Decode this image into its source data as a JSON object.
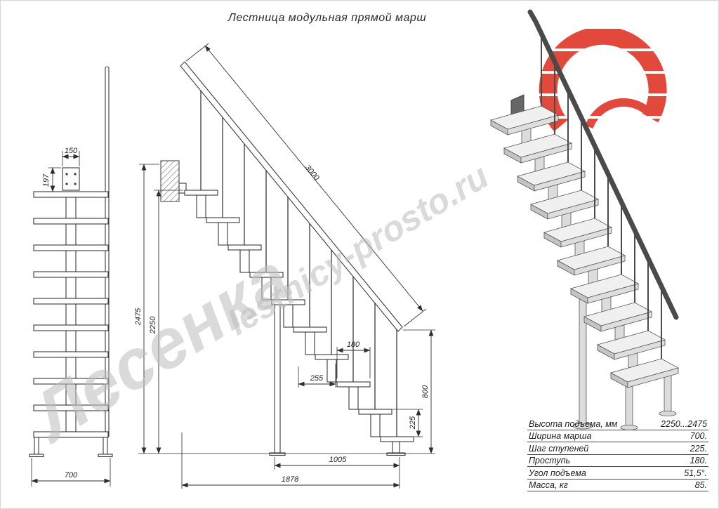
{
  "title": "Лестница модульная прямой марш",
  "watermarks": {
    "brand": "Лесенка",
    "site": "lestnicy-prosto.ru"
  },
  "front_view": {
    "dim_bracket_width": "150",
    "dim_bracket_height": "197",
    "dim_march_width": "700"
  },
  "side_view": {
    "dim_rail_length": "3000",
    "dim_total_height": "2475",
    "dim_height_to_first_step": "2250",
    "dim_tread_depth": "180",
    "dim_nose_offset": "255",
    "dim_rail_end_height": "800",
    "dim_step_rise": "225",
    "dim_base_length": "1005",
    "dim_total_length": "1878"
  },
  "specs": {
    "rows": [
      {
        "label": "Высота подъема, мм",
        "value": "2250...2475"
      },
      {
        "label": "Ширина марша",
        "value": "700."
      },
      {
        "label": "Шаг ступеней",
        "value": "225."
      },
      {
        "label": "Проступь",
        "value": "180."
      },
      {
        "label": "Угол подъема",
        "value": "51,5°."
      },
      {
        "label": "Масса, кг",
        "value": "85."
      }
    ]
  },
  "colors": {
    "logo_red": "#e2493c"
  }
}
